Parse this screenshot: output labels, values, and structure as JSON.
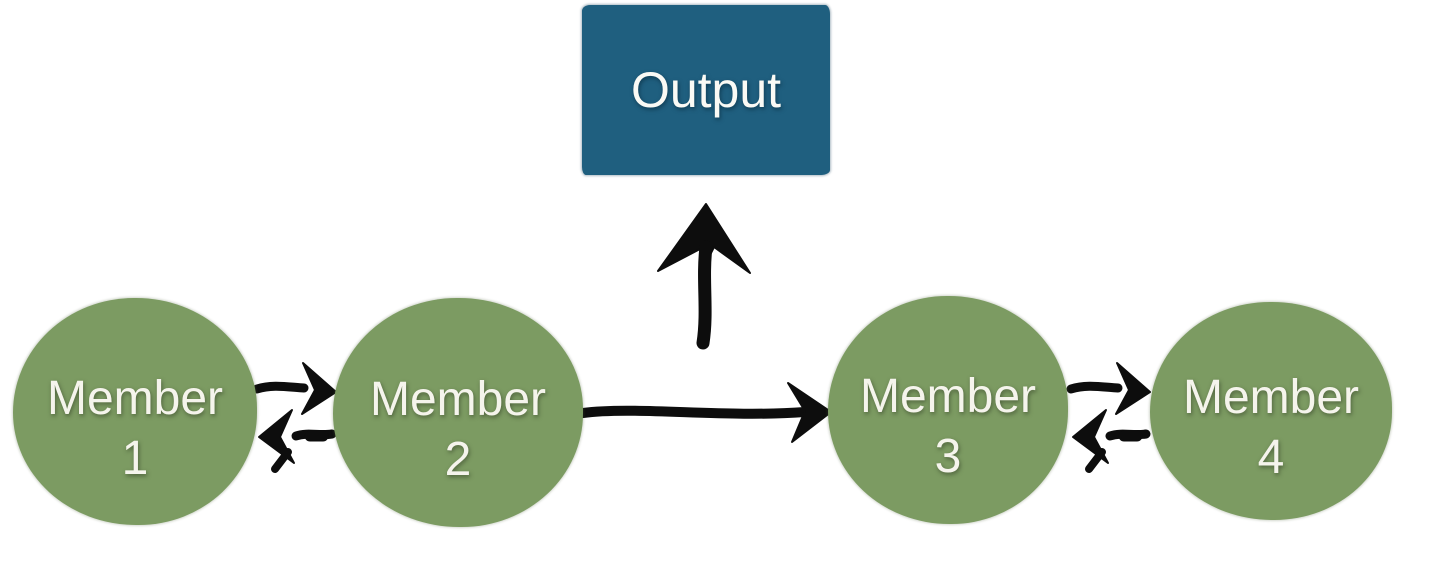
{
  "colors": {
    "background": "#ffffff",
    "member_fill": "#7c9b62",
    "output_fill": "#1f5f7f",
    "label_text": "#f5f4ec",
    "arrow": "#0d0d0d"
  },
  "output": {
    "label": "Output"
  },
  "members": [
    {
      "label": "Member",
      "number": "1"
    },
    {
      "label": "Member",
      "number": "2"
    },
    {
      "label": "Member",
      "number": "3"
    },
    {
      "label": "Member",
      "number": "4"
    }
  ],
  "arrows": [
    {
      "name": "member1-member2-bidirectional"
    },
    {
      "name": "member2-member3-forward"
    },
    {
      "name": "member3-member4-bidirectional"
    },
    {
      "name": "member2-output-up"
    }
  ]
}
